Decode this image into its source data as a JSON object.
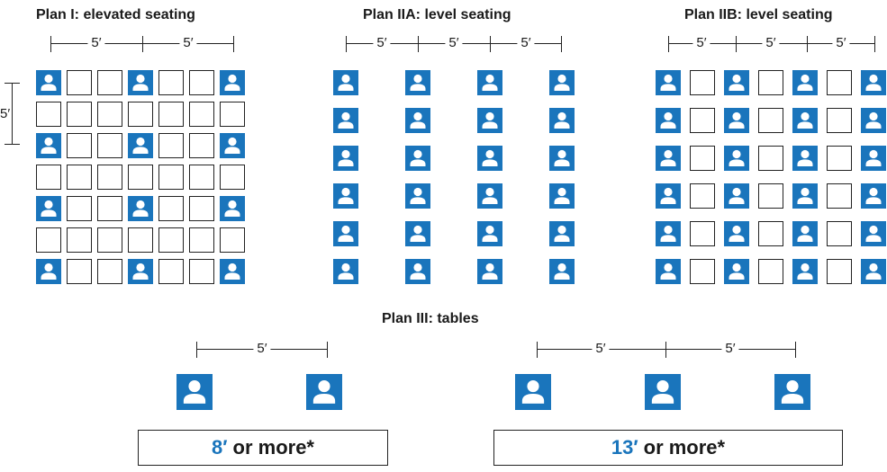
{
  "plan1": {
    "title": "Plan I: elevated seating",
    "dims": [
      "5′",
      "5′"
    ],
    "vdim": "5′"
  },
  "plan2a": {
    "title": "Plan IIA: level seating",
    "dims": [
      "5′",
      "5′",
      "5′"
    ]
  },
  "plan2b": {
    "title": "Plan IIB: level seating",
    "dims": [
      "5′",
      "5′",
      "5′"
    ]
  },
  "plan3": {
    "title": "Plan III: tables",
    "left": {
      "dims": [
        "5′"
      ],
      "distance": "8′",
      "suffix": "or more*"
    },
    "right": {
      "dims": [
        "5′",
        "5′"
      ],
      "distance": "13′",
      "suffix": "or more*"
    }
  },
  "colors": {
    "seat": "#1a75bc",
    "outline": "#222222"
  },
  "icons": {
    "seat": "person-icon"
  }
}
